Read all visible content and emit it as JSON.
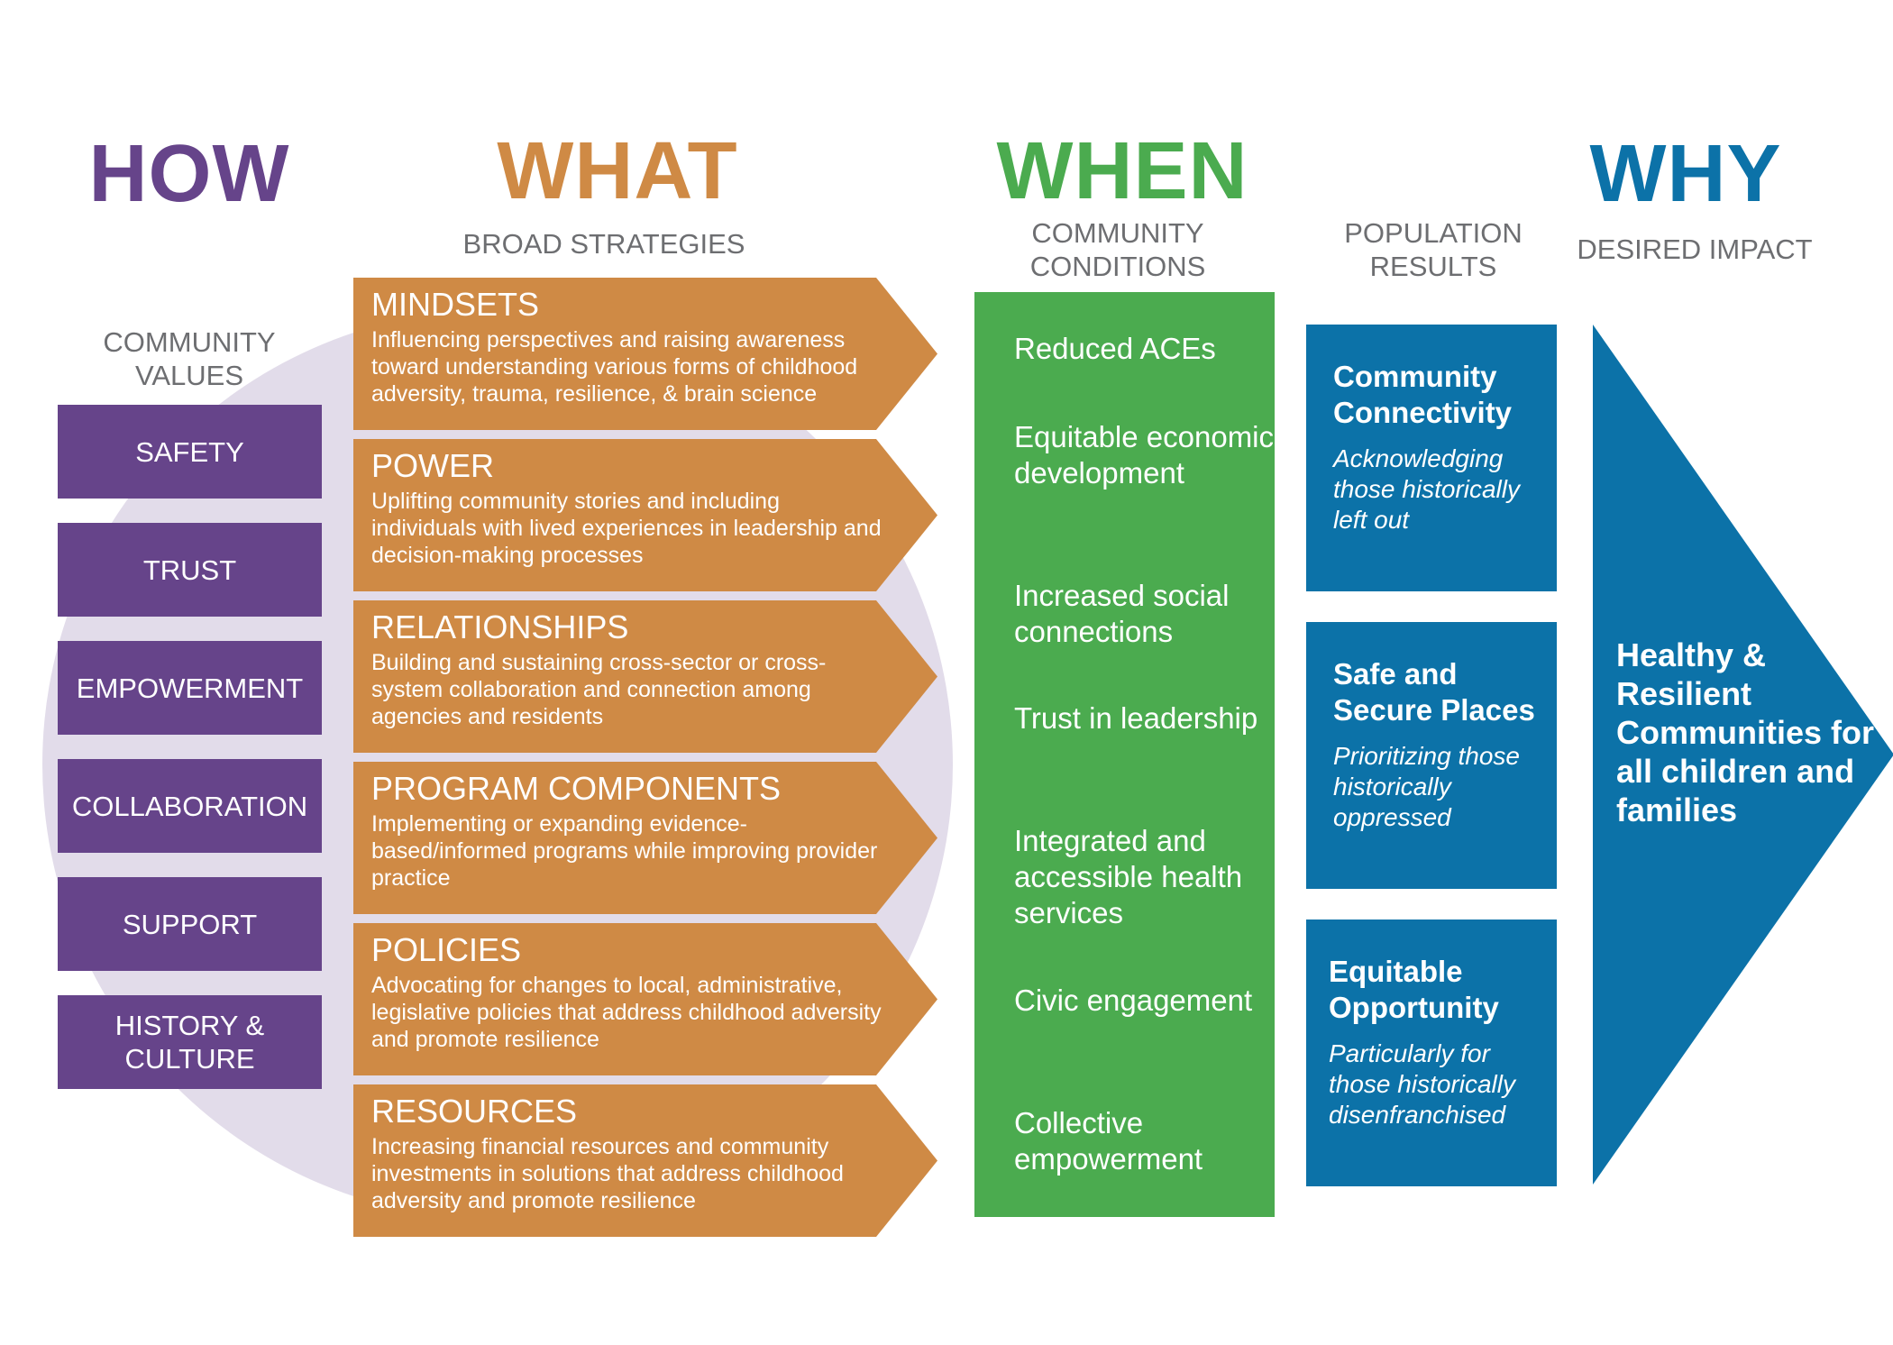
{
  "columns": {
    "how": {
      "title": "HOW",
      "color": "#66448a"
    },
    "what": {
      "title": "WHAT",
      "subtitle": "BROAD STRATEGIES",
      "color": "#cf8a45"
    },
    "when": {
      "title": "WHEN",
      "subtitle": "COMMUNITY CONDITIONS",
      "color": "#4bab4f"
    },
    "population": {
      "subtitle": "POPULATION RESULTS"
    },
    "why": {
      "title": "WHY",
      "subtitle": "DESIRED IMPACT",
      "color": "#0c72a8"
    }
  },
  "community_values": {
    "label": "COMMUNITY VALUES",
    "items": [
      "SAFETY",
      "TRUST",
      "EMPOWERMENT",
      "COLLABORATION",
      "SUPPORT",
      "HISTORY & CULTURE"
    ]
  },
  "strategies": [
    {
      "title": "MINDSETS",
      "desc": "Influencing perspectives and raising awareness toward understanding various forms of childhood adversity, trauma, resilience, & brain science"
    },
    {
      "title": "POWER",
      "desc": "Uplifting community stories and including individuals with lived experiences in leadership and decision-making processes"
    },
    {
      "title": "RELATIONSHIPS",
      "desc": "Building and sustaining cross-sector or cross-system collaboration and connection among agencies and residents"
    },
    {
      "title": "PROGRAM COMPONENTS",
      "desc": "Implementing or expanding evidence-based/informed programs while improving provider practice"
    },
    {
      "title": "POLICIES",
      "desc": "Advocating for changes to local, administrative, legislative policies that address childhood adversity and promote resilience"
    },
    {
      "title": "RESOURCES",
      "desc": "Increasing financial resources and community investments in solutions that address childhood adversity and promote resilience"
    }
  ],
  "conditions": [
    "Reduced ACEs",
    "Equitable economic development",
    "Increased social connections",
    "Trust in leadership",
    "Integrated and accessible health services",
    "Civic engagement",
    "Collective empowerment"
  ],
  "population_results": [
    {
      "title": "Community Connectivity",
      "desc": "Acknowledging those historically left out"
    },
    {
      "title": "Safe and Secure Places",
      "desc": "Prioritizing those historically oppressed"
    },
    {
      "title": "Equitable Opportunity",
      "desc": "Particularly for those historically disenfranchised"
    }
  ],
  "impact": "Healthy & Resilient Communities for all children and families"
}
